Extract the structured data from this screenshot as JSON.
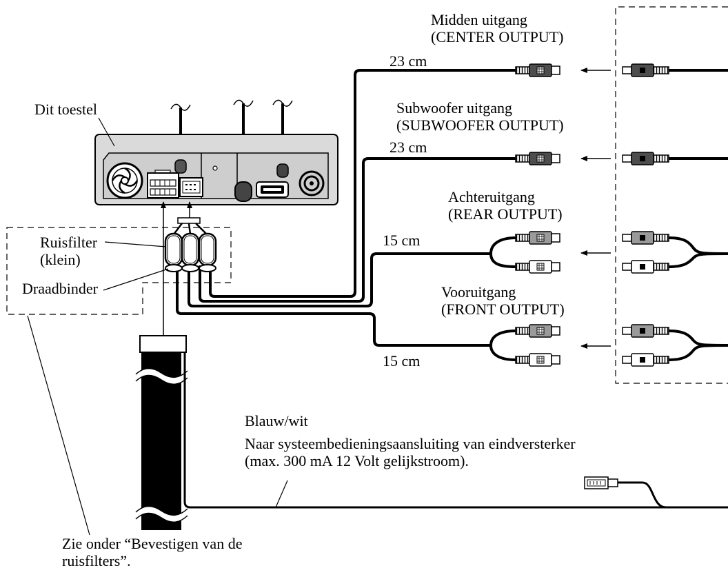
{
  "head_unit": {
    "label": "Dit toestel"
  },
  "outputs": [
    {
      "label": "Midden uitgang",
      "sublabel": "(CENTER OUTPUT)",
      "cable_length": "23 cm"
    },
    {
      "label": "Subwoofer uitgang",
      "sublabel": "(SUBWOOFER OUTPUT)",
      "cable_length": "23 cm"
    },
    {
      "label": "Achteruitgang",
      "sublabel": "(REAR OUTPUT)",
      "cable_length": "15 cm"
    },
    {
      "label": "Vooruitgang",
      "sublabel": "(FRONT OUTPUT)",
      "cable_length": "15 cm"
    }
  ],
  "noise_filter": {
    "label": "Ruisfilter",
    "sublabel": "(klein)"
  },
  "cable_tie": {
    "label": "Draadbinder"
  },
  "remote_lead": {
    "wire_color": "Blauw/wit",
    "description": "Naar systeembedieningsaansluiting van eindversterker",
    "rating": "(max. 300 mA 12 Volt gelijkstroom)."
  },
  "note": {
    "line1": "Zie onder “Bevestigen van de",
    "line2": "ruisfilters”."
  }
}
